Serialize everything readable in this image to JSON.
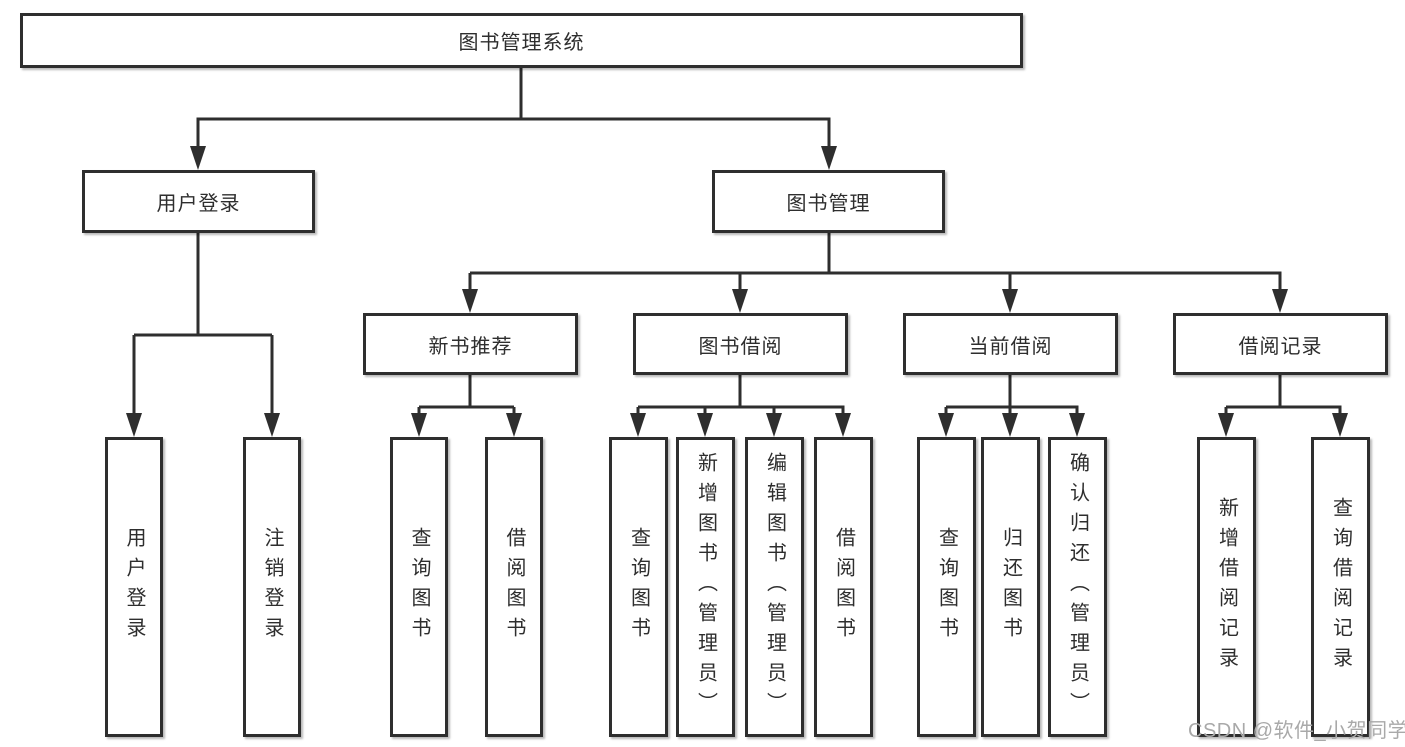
{
  "diagram_type": "hierarchy-tree",
  "colors": {
    "line": "#2e2e2e",
    "box_border": "#2e2e2e",
    "text": "#2e2e2e",
    "background": "#ffffff",
    "watermark": "#a9a9a9"
  },
  "watermark": {
    "text": "CSDN @软件_小贺同学"
  },
  "tree": {
    "label": "图书管理系统",
    "children": [
      {
        "label": "用户登录",
        "children": [
          {
            "label": "用户登录"
          },
          {
            "label": "注销登录"
          }
        ]
      },
      {
        "label": "图书管理",
        "children": [
          {
            "label": "新书推荐",
            "children": [
              {
                "label": "查询图书"
              },
              {
                "label": "借阅图书"
              }
            ]
          },
          {
            "label": "图书借阅",
            "children": [
              {
                "label": "查询图书"
              },
              {
                "label": "新增图书（管理员）"
              },
              {
                "label": "编辑图书（管理员）"
              },
              {
                "label": "借阅图书"
              }
            ]
          },
          {
            "label": "当前借阅",
            "children": [
              {
                "label": "查询图书"
              },
              {
                "label": "归还图书"
              },
              {
                "label": "确认归还（管理员）"
              }
            ]
          },
          {
            "label": "借阅记录",
            "children": [
              {
                "label": "新增借阅记录"
              },
              {
                "label": "查询借阅记录"
              }
            ]
          }
        ]
      }
    ]
  }
}
